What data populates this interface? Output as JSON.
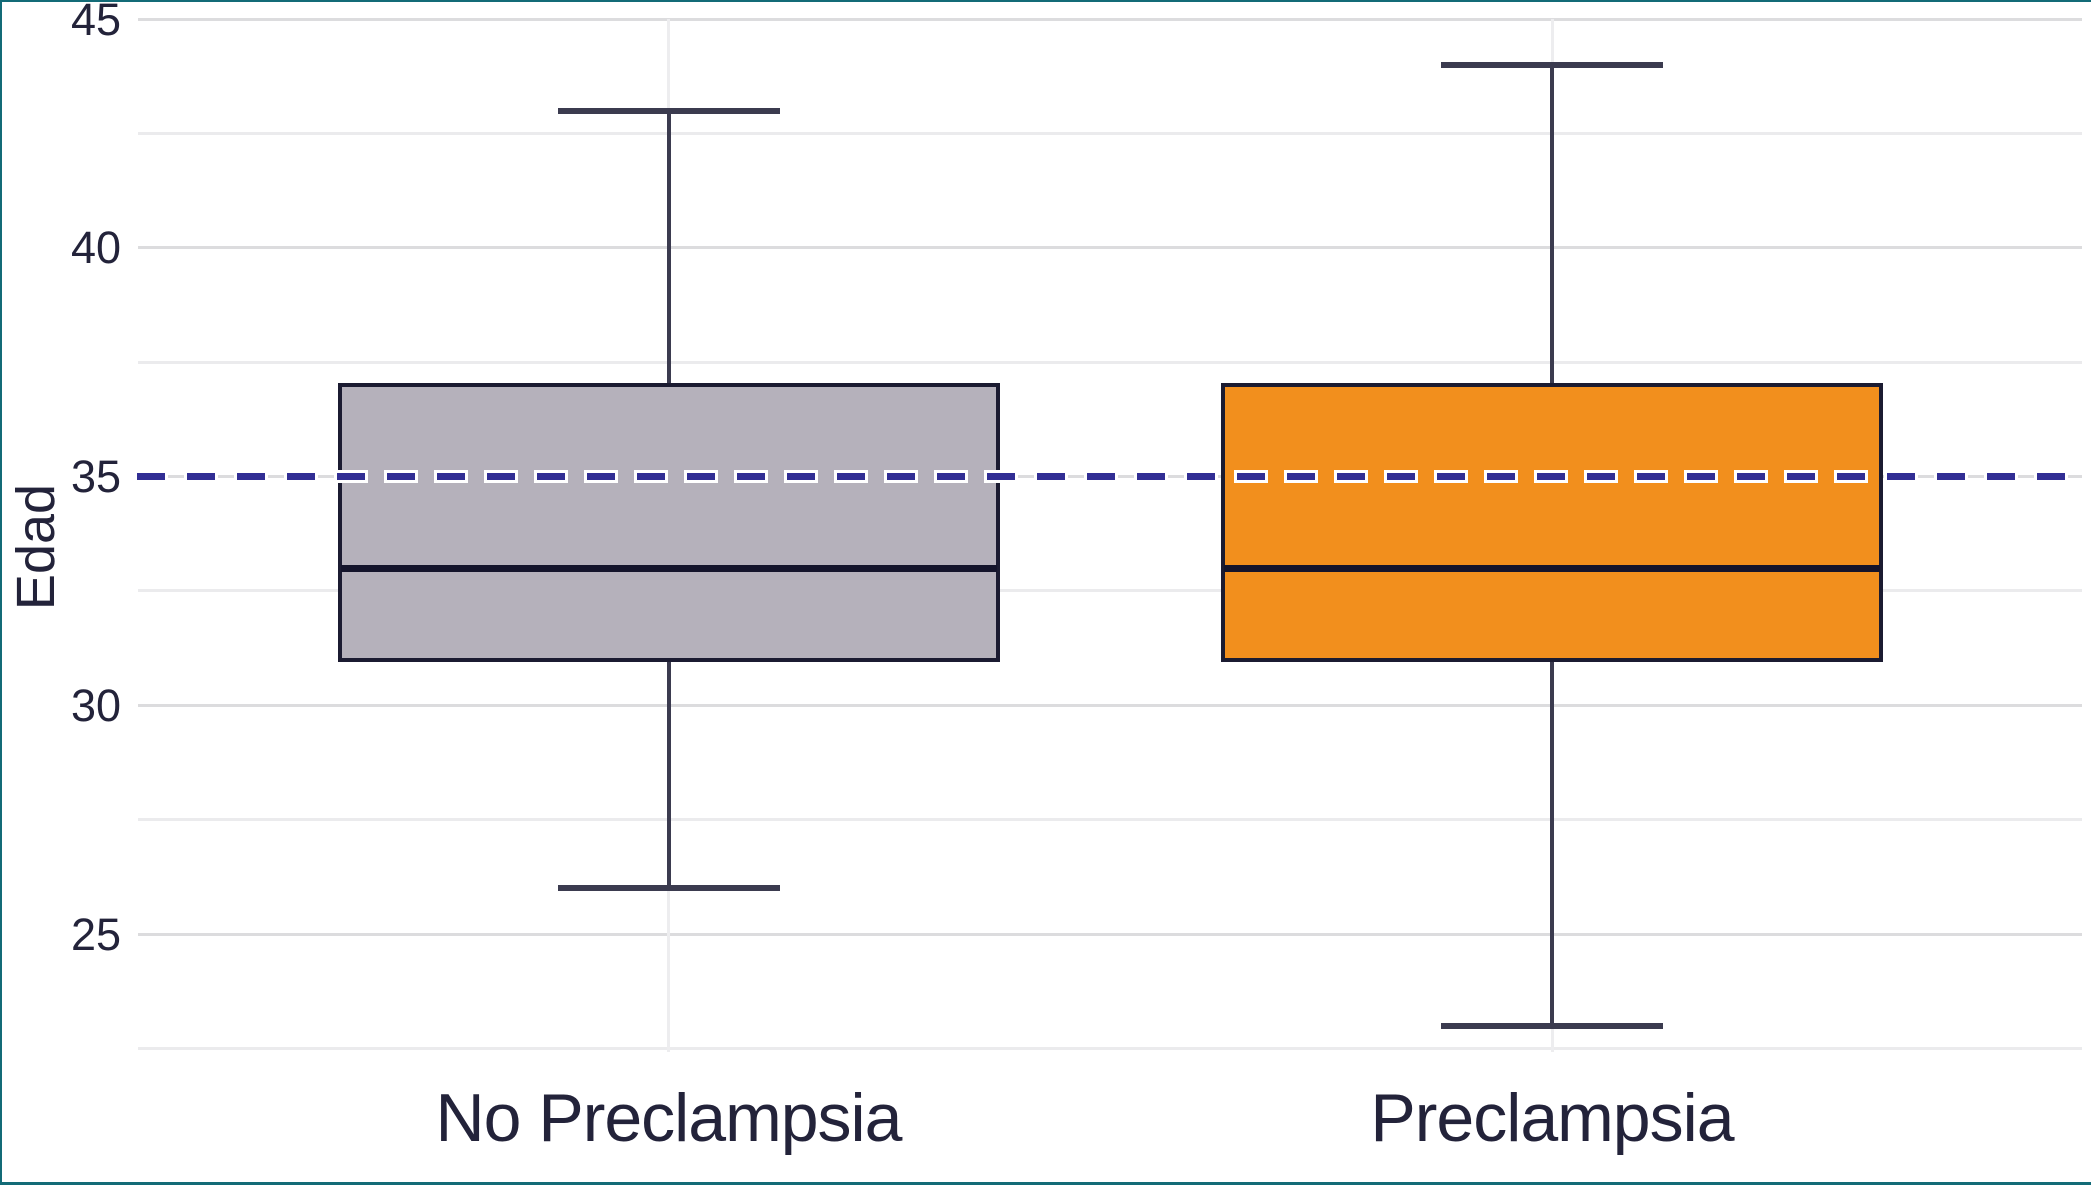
{
  "figure": {
    "background_color": "#ffffff",
    "frame_color": "#136b77",
    "text_color": "#23233a"
  },
  "chart_data": {
    "type": "box",
    "title": "",
    "xlabel": "",
    "ylabel": "Edad",
    "categories": [
      "No Preclampsia",
      "Preclampsia"
    ],
    "series": [
      {
        "name": "No Preclampsia",
        "box_fill_color": "#b5b1bb",
        "whisker_low": 26,
        "q1": 31,
        "median": 33,
        "q3": 37,
        "whisker_high": 43
      },
      {
        "name": "Preclampsia",
        "box_fill_color": "#f28f1d",
        "whisker_low": 23,
        "q1": 31,
        "median": 33,
        "q3": 37,
        "whisker_high": 44
      }
    ],
    "ylim": [
      22.5,
      45
    ],
    "yticks": [
      "45",
      "40",
      "35",
      "30",
      "25"
    ],
    "ytick_values": [
      45,
      40,
      35,
      30,
      25
    ],
    "minor_gridline_values": [
      42.5,
      37.5,
      32.5,
      27.5,
      22.5
    ],
    "reference_line": {
      "value": 35,
      "style": "dashed",
      "color": "#312e94",
      "casing_color": "#ffffff"
    },
    "grid": true,
    "legend": false,
    "orientation": "vertical"
  }
}
